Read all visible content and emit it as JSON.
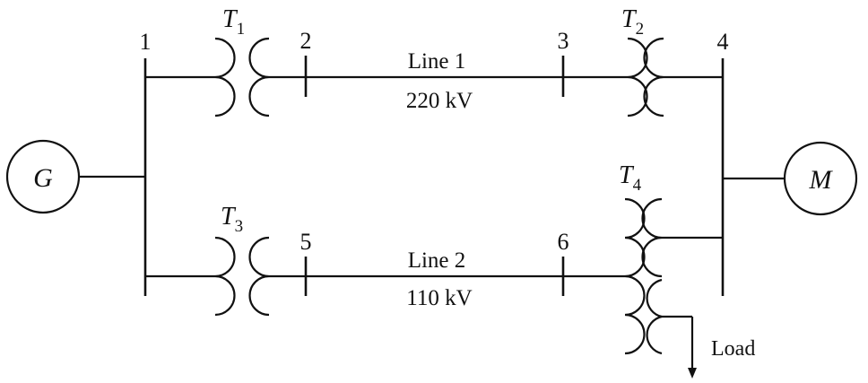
{
  "buses": [
    "1",
    "2",
    "3",
    "4",
    "5",
    "6"
  ],
  "transformers": [
    {
      "letter": "T",
      "sub": "1"
    },
    {
      "letter": "T",
      "sub": "2"
    },
    {
      "letter": "T",
      "sub": "3"
    },
    {
      "letter": "T",
      "sub": "4"
    }
  ],
  "lines": [
    {
      "name": "Line 1",
      "voltage": "220 kV"
    },
    {
      "name": "Line 2",
      "voltage": "110 kV"
    }
  ],
  "generator": "G",
  "motor": "M",
  "load": "Load"
}
